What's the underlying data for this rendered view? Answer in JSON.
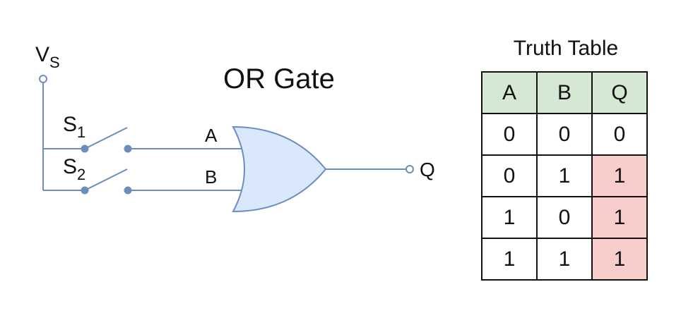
{
  "diagram": {
    "title": "OR Gate",
    "supply": {
      "label": "V",
      "sub": "S"
    },
    "switches": [
      {
        "label": "S",
        "sub": "1"
      },
      {
        "label": "S",
        "sub": "2"
      }
    ],
    "inputs": [
      "A",
      "B"
    ],
    "output": "Q"
  },
  "truth_table": {
    "title": "Truth Table",
    "headers": [
      "A",
      "B",
      "Q"
    ],
    "rows": [
      [
        "0",
        "0",
        "0"
      ],
      [
        "0",
        "1",
        "1"
      ],
      [
        "1",
        "0",
        "1"
      ],
      [
        "1",
        "1",
        "1"
      ]
    ]
  },
  "colors": {
    "wire": "#6c8ebf",
    "gate_fill": "#dae8fc",
    "header_fill": "#d5e8d4",
    "true_output_fill": "#f8cecc"
  }
}
